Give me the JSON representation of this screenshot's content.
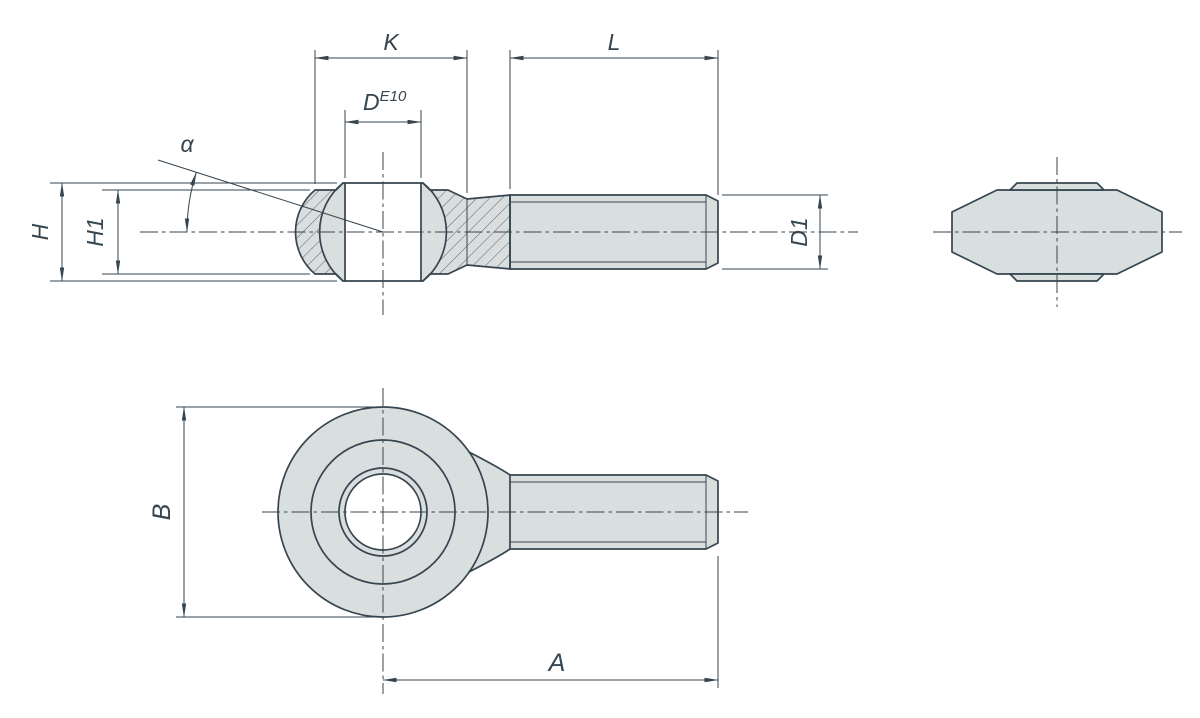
{
  "colors": {
    "line": "#36454f",
    "metal_fill": "#d9dedf",
    "background": "#ffffff"
  },
  "dims": {
    "K": "K",
    "L": "L",
    "D": "D",
    "D_tol": "E10",
    "alpha": "α",
    "H": "H",
    "H1": "H1",
    "D1": "D1",
    "B": "B",
    "A": "A"
  }
}
